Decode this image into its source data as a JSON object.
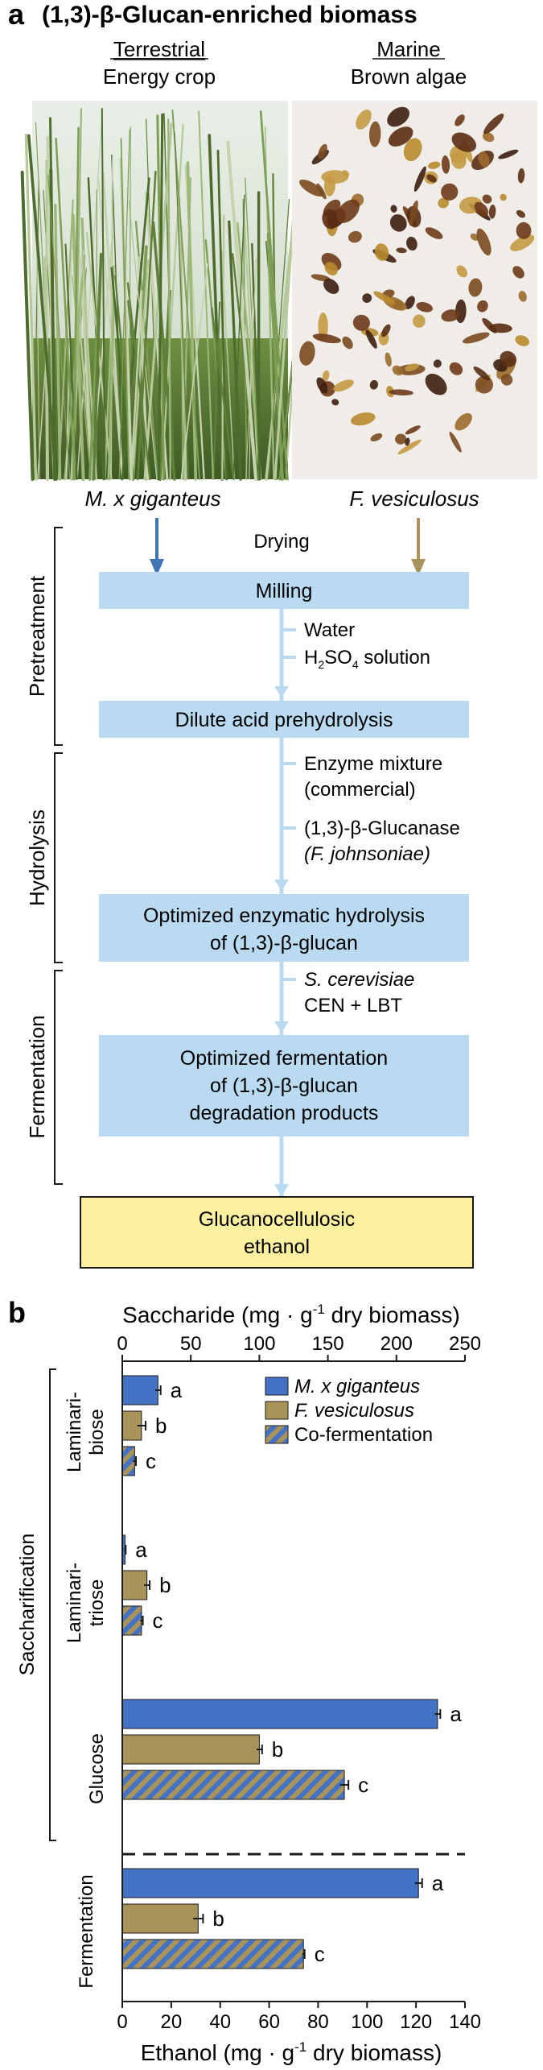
{
  "panel_a": {
    "letter": "a",
    "title": "(1,3)-β-Glucan-enriched biomass",
    "left_col_heading": "Terrestrial",
    "left_col_sub": "Energy crop",
    "right_col_heading": "Marine",
    "right_col_sub": "Brown algae",
    "left_species": "M. x giganteus",
    "right_species": "F. vesiculosus",
    "stage_pretreatment": "Pretreatment",
    "stage_hydrolysis": "Hydrolysis",
    "stage_fermentation": "Fermentation",
    "drying": "Drying",
    "milling": "Milling",
    "water": "Water",
    "h2so4_pre": "H",
    "h2so4_sub": "2",
    "h2so4_mid": "SO",
    "h2so4_sub2": "4",
    "h2so4_post": " solution",
    "dilute": "Dilute acid prehydrolysis",
    "enzyme_line1": "Enzyme mixture",
    "enzyme_line2": "(commercial)",
    "glucanase_line1": "(1,3)-β-Glucanase",
    "glucanase_line2": "(F. johnsoniae)",
    "optim_hyd_line1": "Optimized enzymatic hydrolysis",
    "optim_hyd_line2": "of (1,3)-β-glucan",
    "yeast_line1": "S. cerevisiae",
    "yeast_line2": "CEN + LBT",
    "optim_ferm_line1": "Optimized fermentation",
    "optim_ferm_line2": "of (1,3)-β-glucan",
    "optim_ferm_line3": "degradation products",
    "final_line1": "Glucanocellulosic",
    "final_line2": "ethanol",
    "colors": {
      "box_blue": "#b9daf1",
      "box_yellow": "#fbf0a0",
      "arrow_blue": "#3f74b5",
      "arrow_olive": "#a8935a",
      "flow_arrow": "#b9daf1"
    }
  },
  "panel_b": {
    "letter": "b",
    "group_saccharification": "Saccharification",
    "group_fermentation": "Fermentation",
    "cat_laminaribiose_1": "Laminari-",
    "cat_laminaribiose_2": "biose",
    "cat_laminaritriose_1": "Laminari-",
    "cat_laminaritriose_2": "triose",
    "cat_glucose": "Glucose",
    "cat_fermentation": "Fermentation"
  },
  "chart_data": {
    "type": "bar",
    "orientation": "horizontal",
    "top_axis": {
      "label": "Saccharide (mg · g⁻¹ dry biomass)",
      "range": [
        0,
        250
      ],
      "ticks": [
        0,
        50,
        100,
        150,
        200,
        250
      ]
    },
    "bottom_axis": {
      "label": "Ethanol (mg · g⁻¹ dry biomass)",
      "range": [
        0,
        140
      ],
      "ticks": [
        0,
        20,
        40,
        60,
        80,
        100,
        120,
        140
      ]
    },
    "legend_position": "top-right",
    "series": [
      {
        "name": "M. x giganteus",
        "color": "#4472c4",
        "pattern": "solid"
      },
      {
        "name": "F. vesiculosus",
        "color": "#a8935a",
        "pattern": "solid"
      },
      {
        "name": "Co-fermentation",
        "color": "#4472c4",
        "pattern": "hatched"
      }
    ],
    "groups": [
      {
        "category": "Laminaribiose",
        "axis": "top",
        "values": [
          26,
          14,
          9
        ],
        "errors": [
          2,
          3,
          1
        ],
        "letters": [
          "a",
          "b",
          "c"
        ]
      },
      {
        "category": "Laminaritriose",
        "axis": "top",
        "values": [
          2,
          18,
          14
        ],
        "errors": [
          0.5,
          2,
          1
        ],
        "letters": [
          "a",
          "b",
          "c"
        ]
      },
      {
        "category": "Glucose",
        "axis": "top",
        "values": [
          230,
          100,
          162
        ],
        "errors": [
          2,
          2,
          3
        ],
        "letters": [
          "a",
          "b",
          "c"
        ]
      },
      {
        "category": "Fermentation",
        "axis": "bottom",
        "values": [
          121,
          31,
          74
        ],
        "errors": [
          1.5,
          2,
          0.5
        ],
        "letters": [
          "a",
          "b",
          "c"
        ]
      }
    ]
  }
}
